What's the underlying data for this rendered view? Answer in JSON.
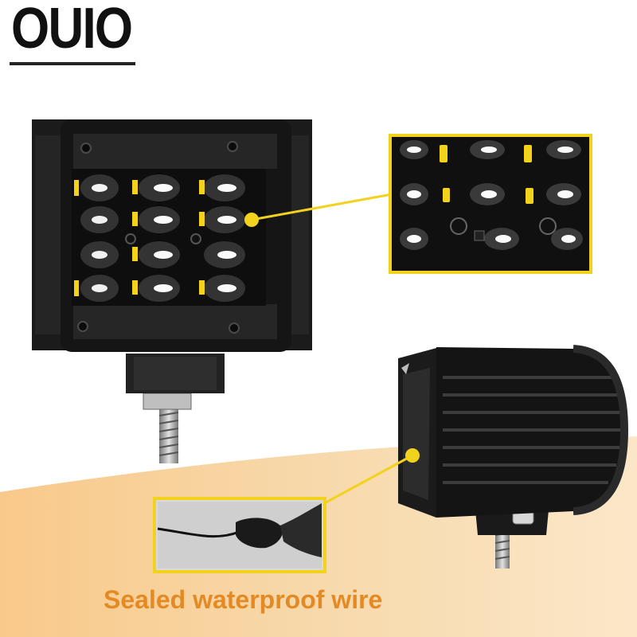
{
  "brand": {
    "logo_text": "OUIO"
  },
  "caption": {
    "text": "Sealed waterproof wire"
  },
  "colors": {
    "accent": "#e48a25",
    "callout": "#f2d21c",
    "band": "#f6d6a6",
    "housing": "#1c1c1c"
  },
  "icons": [
    "zoom-callout-leds",
    "zoom-callout-wire",
    "led-light-front",
    "led-light-side"
  ]
}
